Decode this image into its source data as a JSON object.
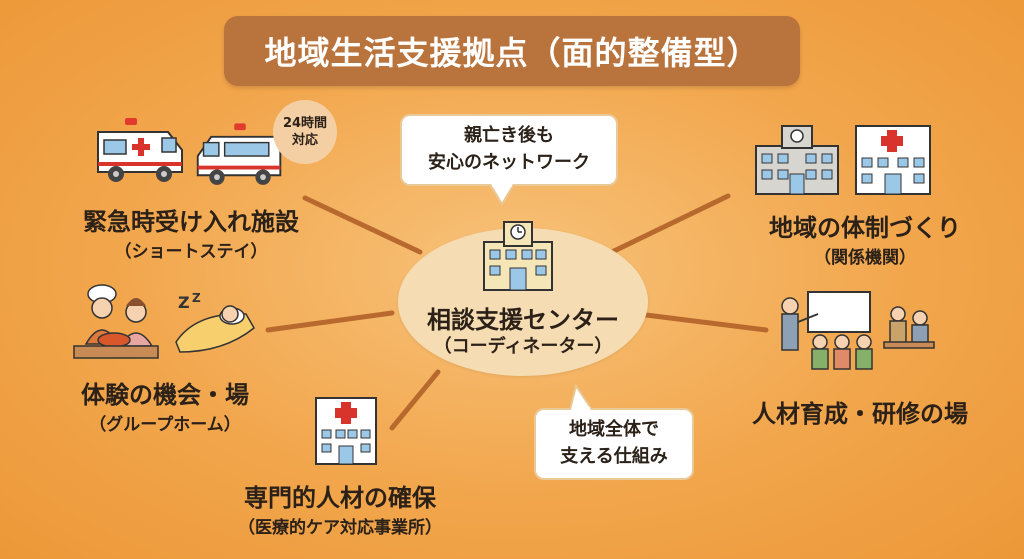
{
  "title": "地域生活支援拠点（面的整備型）",
  "center": {
    "title": "相談支援センター",
    "subtitle": "（コーディネーター）"
  },
  "bubbles": {
    "network": [
      "親亡き後も",
      "安心のネットワーク"
    ],
    "community": [
      "地域全体で",
      "支える仕組み"
    ]
  },
  "badge": [
    "24時間",
    "対応"
  ],
  "nodes": {
    "emergency": {
      "title": "緊急時受け入れ施設",
      "sub": "（ショートステイ）"
    },
    "experience": {
      "title": "体験の機会・場",
      "sub": "（グループホーム）"
    },
    "medical": {
      "title": "専門的人材の確保",
      "sub": "（医療的ケア対応事業所）"
    },
    "system": {
      "title": "地域の体制づくり",
      "sub": "（関係機関）"
    },
    "training": {
      "title": "人材育成・研修の場"
    }
  },
  "colors": {
    "banner": "#b9733c",
    "background": "#f2a64c",
    "ellipse": "#f6dcb2",
    "line": "#b86a2e",
    "red_cross": "#d9342b"
  },
  "icons": [
    "ambulance-icon",
    "hospital-icon",
    "building-icon",
    "cook-icon",
    "sleeping-person-icon",
    "teacher-icon",
    "clinic-icon"
  ]
}
